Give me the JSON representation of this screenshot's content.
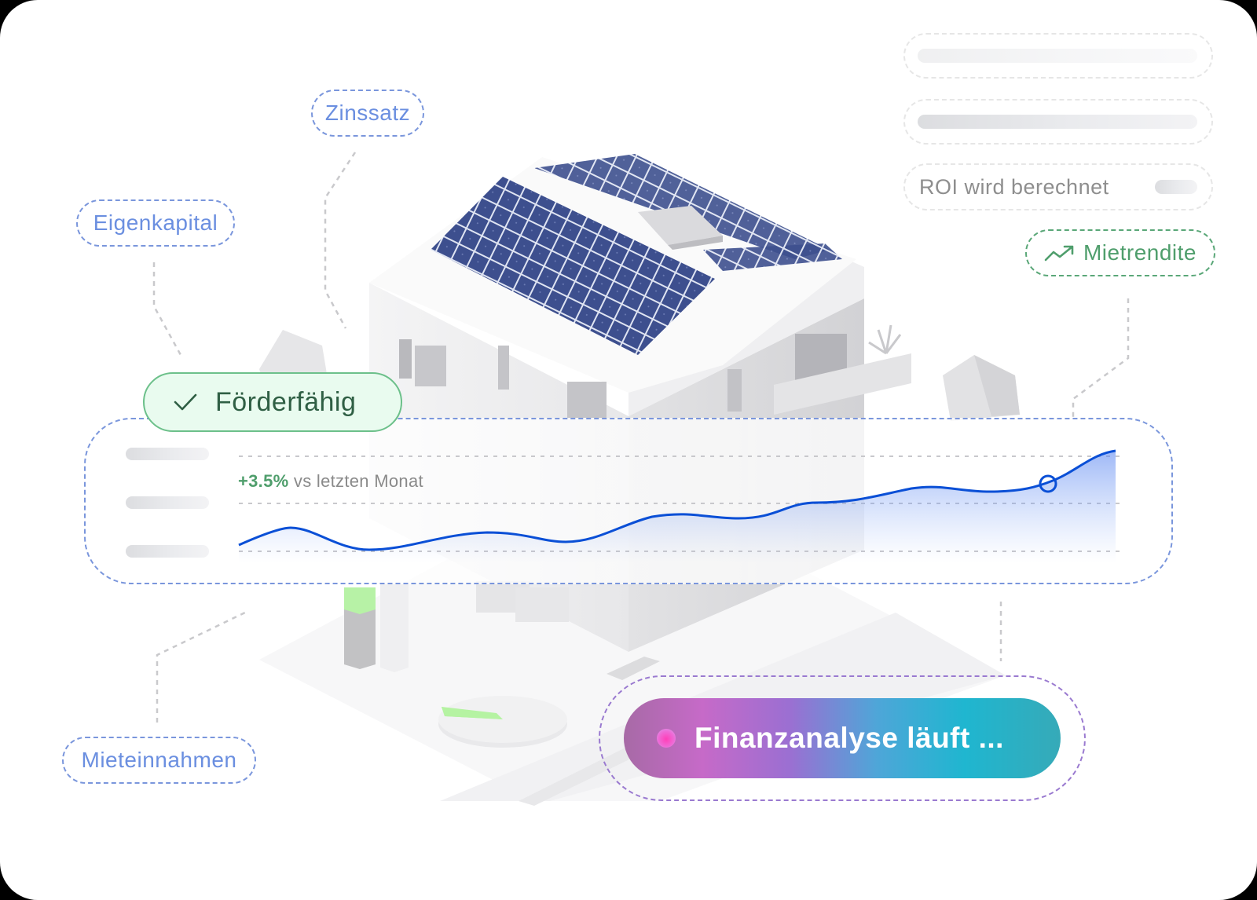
{
  "labels": {
    "zinssatz": "Zinssatz",
    "eigenkapital": "Eigenkapital",
    "mieteinnahmen": "Mieteinnahmen",
    "mietrendite": "Mietrendite",
    "mietrendite_icon": "trending-up-icon"
  },
  "status_panel": {
    "roi_text": "ROI wird berechnet",
    "skeleton_rows": 2
  },
  "badge": {
    "icon": "check-icon",
    "label": "Förderfähig"
  },
  "chart": {
    "delta_value": "+3.5%",
    "delta_text": " vs letzten Monat",
    "legend_skeleton_rows": 3
  },
  "action": {
    "label": "Finanzanalyse läuft ...",
    "status_dot": "pulse-dot"
  },
  "colors": {
    "label_blue": "#6b8fe0",
    "accent_green": "#4f9e6c",
    "line_blue": "#0a4fd6",
    "gradient_start": "#c66ac8",
    "gradient_end": "#1fb6d0"
  },
  "chart_data": {
    "type": "area",
    "title": "",
    "annotation": "+3.5% vs letzten Monat",
    "x": [
      0,
      1,
      2,
      3,
      4,
      5,
      6,
      7,
      8,
      9,
      10,
      11,
      12,
      13,
      14,
      15,
      16
    ],
    "values": [
      1.0,
      2.1,
      0.3,
      0.8,
      1.6,
      0.9,
      1.1,
      3.0,
      3.4,
      3.3,
      4.6,
      4.9,
      5.3,
      6.0,
      5.8,
      6.8,
      9.8
    ],
    "highlight_index": 15,
    "xlabel": "",
    "ylabel": "",
    "grid": true,
    "gridlines": 3
  }
}
